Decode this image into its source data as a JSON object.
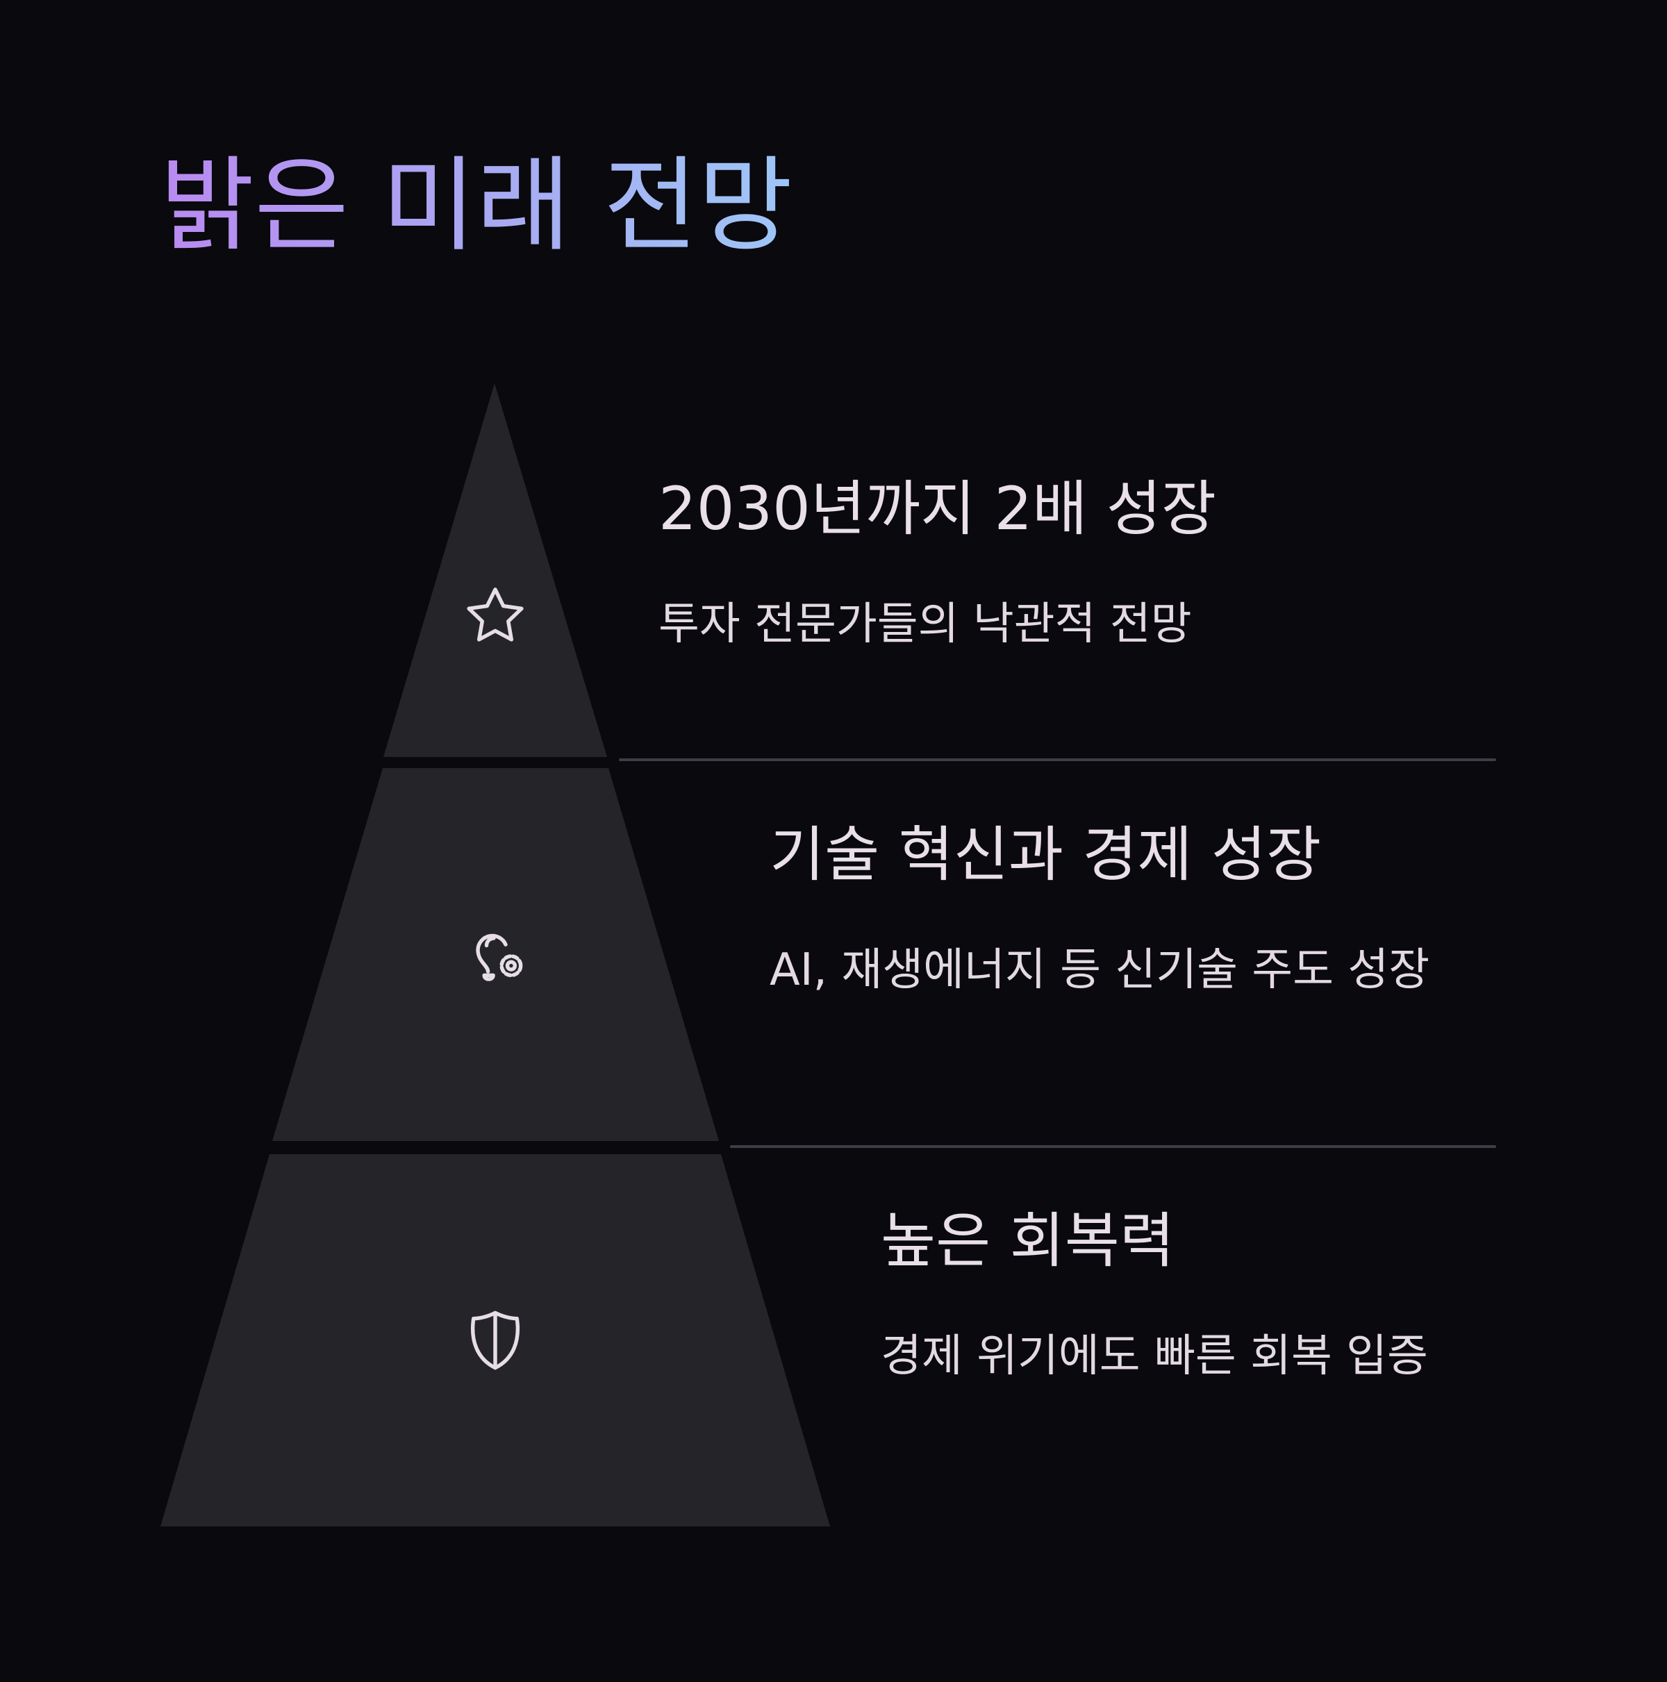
{
  "title": "밝은 미래 전망",
  "colors": {
    "background": "#09090e",
    "segment_fill": "#252529",
    "divider": "#3e3e44",
    "text": "#e6dde6",
    "title_gradient": [
      "#b98af0",
      "#a9a8f2",
      "#9ec6f6"
    ]
  },
  "levels": [
    {
      "icon": "star-icon",
      "heading": "2030년까지 2배 성장",
      "description": "투자 전문가들의 낙관적 전망"
    },
    {
      "icon": "lightbulb-gear-icon",
      "heading": "기술 혁신과 경제 성장",
      "description": "AI, 재생에너지 등 신기술 주도 성장"
    },
    {
      "icon": "shield-icon",
      "heading": "높은 회복력",
      "description": "경제 위기에도 빠른 회복 입증"
    }
  ]
}
